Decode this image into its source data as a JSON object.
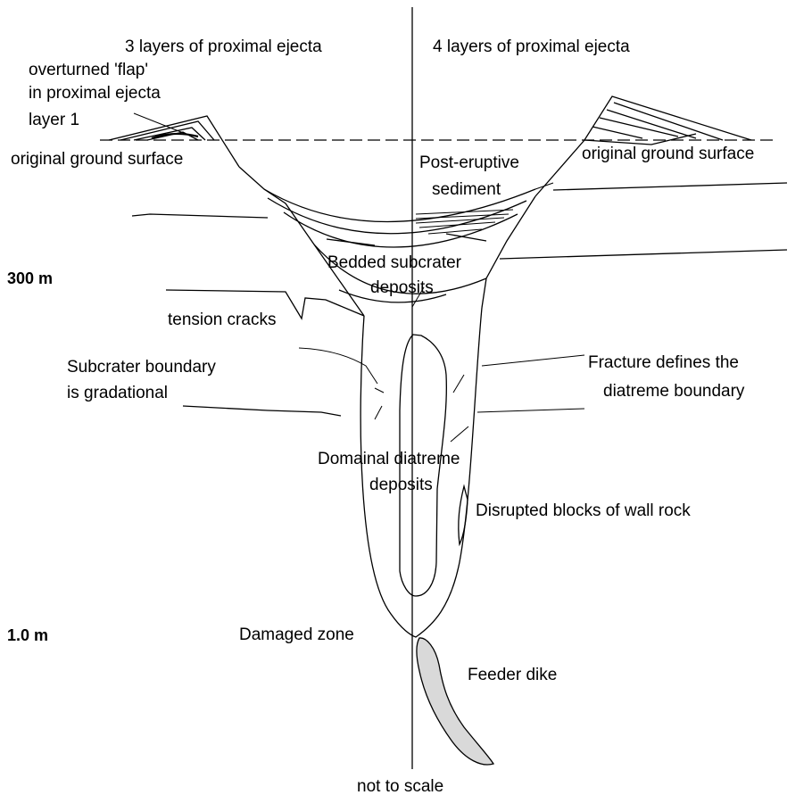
{
  "labels": {
    "ejecta_left": "3 layers of proximal ejecta",
    "ejecta_right": "4 layers of proximal ejecta",
    "flap_line1": "overturned 'flap'",
    "flap_line2": "in proximal ejecta",
    "flap_line3": "layer 1",
    "ground_left": "original ground surface",
    "ground_right": "original ground surface",
    "post_eruptive_line1": "Post-eruptive",
    "post_eruptive_line2": "sediment",
    "bedded_line1": "Bedded subcrater",
    "bedded_line2": "deposits",
    "tension_cracks": "tension cracks",
    "subcrater_line1": "Subcrater boundary",
    "subcrater_line2": "is gradational",
    "fracture_line1": "Fracture defines the",
    "fracture_line2": "diatreme boundary",
    "domainal_line1": "Domainal diatreme",
    "domainal_line2": "deposits",
    "disrupted_blocks": "Disrupted blocks of wall rock",
    "damaged_zone": "Damaged zone",
    "feeder_dike": "Feeder dike",
    "not_to_scale": "not to scale"
  },
  "scale_labels": {
    "upper": "300 m",
    "lower": "1.0 m"
  },
  "colors": {
    "line": "#000000",
    "feeder_dike_fill": "#d9d9d9",
    "background": "#ffffff"
  }
}
